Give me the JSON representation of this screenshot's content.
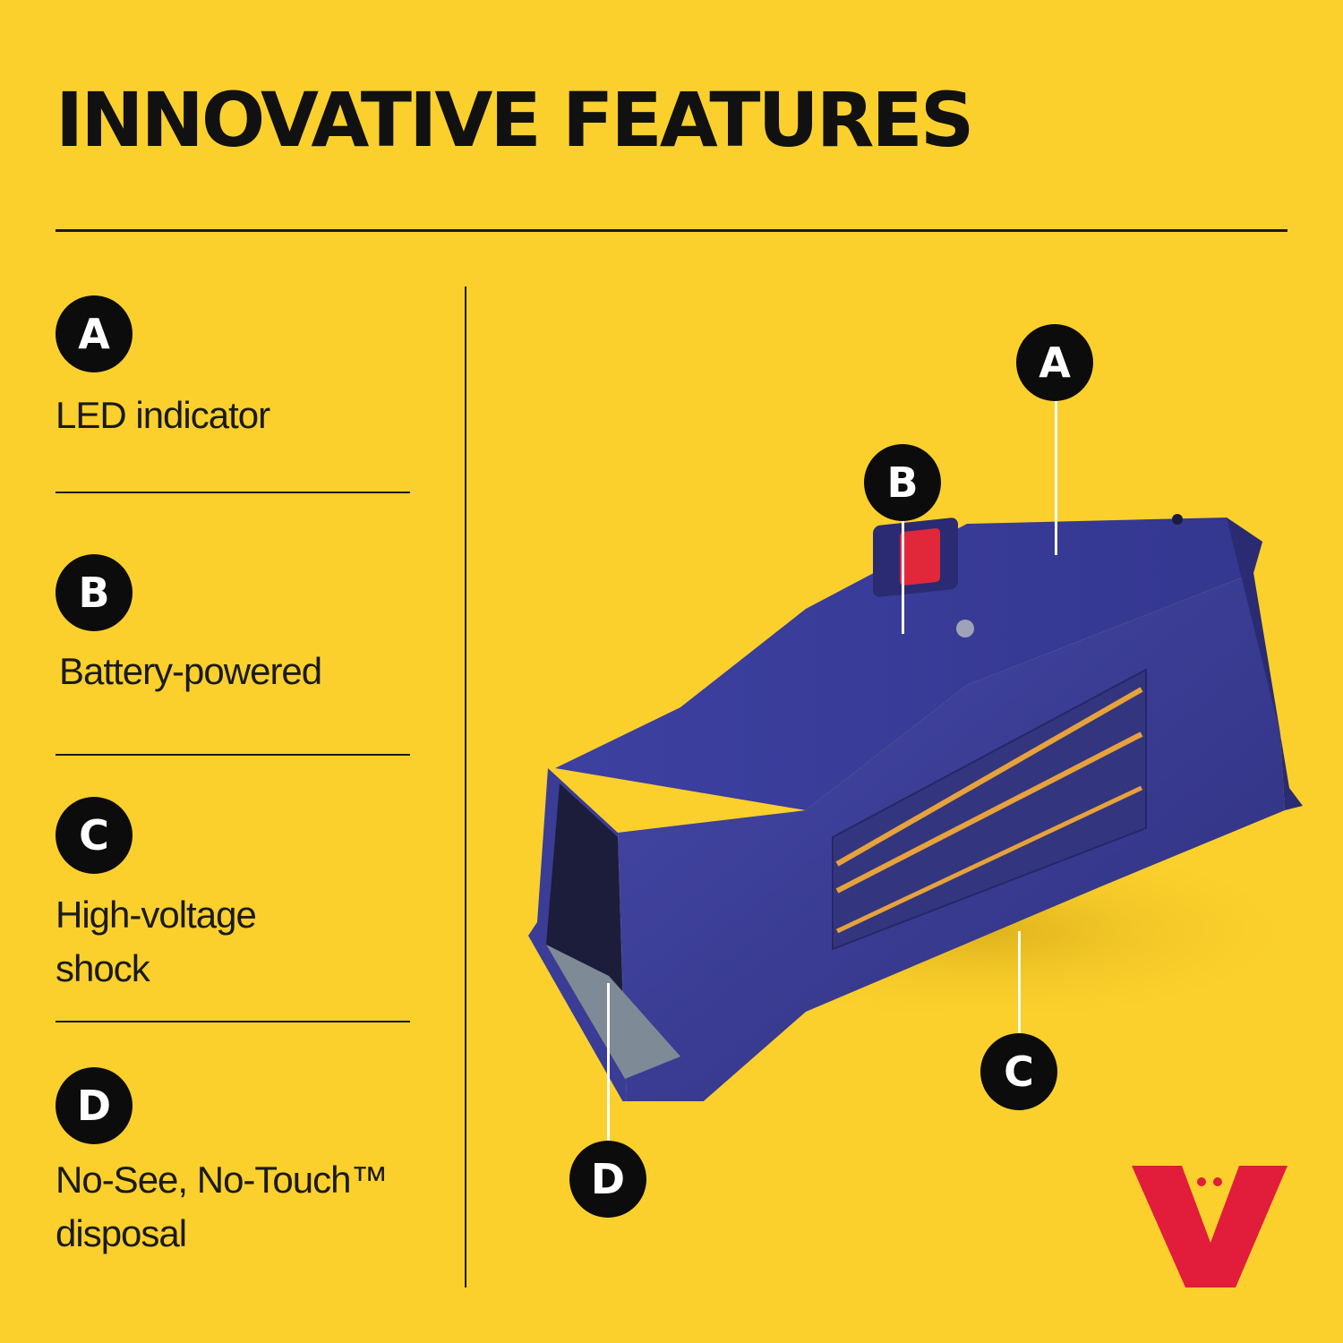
{
  "title": "INNOVATIVE FEATURES",
  "features": [
    {
      "letter": "A",
      "label": "LED indicator"
    },
    {
      "letter": "B",
      "label": "Battery-powered"
    },
    {
      "letter": "C",
      "label": "High-voltage\nshock"
    },
    {
      "letter": "D",
      "label": "No-See, No-Touch™\ndisposal"
    }
  ],
  "callouts": {
    "a": "A",
    "b": "B",
    "c": "C",
    "d": "D"
  },
  "colors": {
    "background": "#FBD02C",
    "trap_body": "#3A3C96",
    "switch": "#E0283A",
    "logo": "#E11D3B",
    "badge": "#0C0C0C"
  },
  "logo": {
    "mark": "V"
  }
}
